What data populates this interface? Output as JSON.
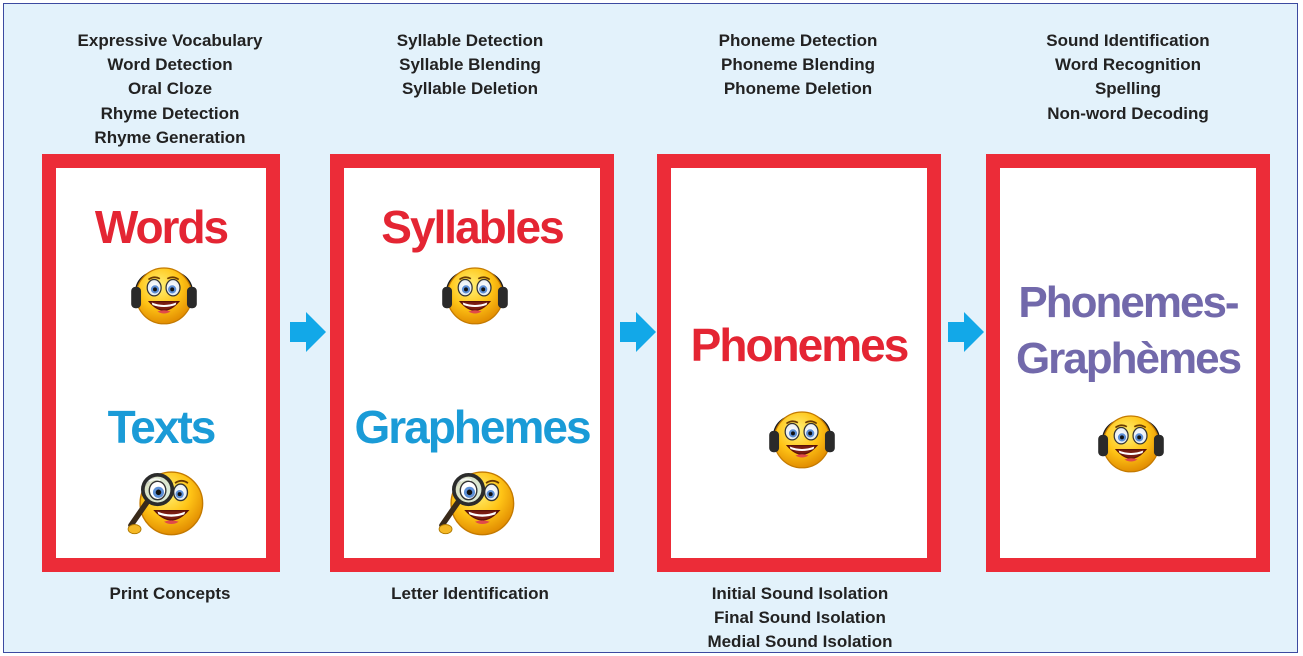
{
  "stages": [
    {
      "top_skills": [
        "Expressive Vocabulary",
        "Word Detection",
        "Oral Cloze",
        "Rhyme Detection",
        "Rhyme Generation"
      ],
      "labels": [
        {
          "text": "Words",
          "color": "#e42533"
        },
        {
          "text": "Texts",
          "color": "#1a9bd7"
        }
      ],
      "icons": [
        "headphones-emoji-icon",
        "magnifier-emoji-icon"
      ],
      "bottom_skills": [
        "Print Concepts"
      ]
    },
    {
      "top_skills": [
        "Syllable Detection",
        "Syllable Blending",
        "Syllable Deletion"
      ],
      "labels": [
        {
          "text": "Syllables",
          "color": "#e42533"
        },
        {
          "text": "Graphemes",
          "color": "#1a9bd7"
        }
      ],
      "icons": [
        "headphones-emoji-icon",
        "magnifier-emoji-icon"
      ],
      "bottom_skills": [
        "Letter Identification"
      ]
    },
    {
      "top_skills": [
        "Phoneme Detection",
        "Phoneme Blending",
        "Phoneme Deletion"
      ],
      "labels": [
        {
          "text": "Phonemes",
          "color": "#e42533"
        }
      ],
      "icons": [
        "headphones-emoji-icon"
      ],
      "bottom_skills": [
        "Initial Sound Isolation",
        "Final Sound Isolation",
        "Medial Sound Isolation"
      ]
    },
    {
      "top_skills": [
        "Sound Identification",
        "Word Recognition",
        "Spelling",
        "Non-word Decoding"
      ],
      "labels": [
        {
          "text": "Phonemes-",
          "color": "#7269ab"
        },
        {
          "text": "Graphèmes",
          "color": "#7269ab"
        }
      ],
      "icons": [
        "headphones-emoji-icon"
      ],
      "bottom_skills": []
    }
  ],
  "colors": {
    "card_border": "#ec2c38",
    "arrow": "#12a8e8",
    "background": "#e3f2fb"
  }
}
